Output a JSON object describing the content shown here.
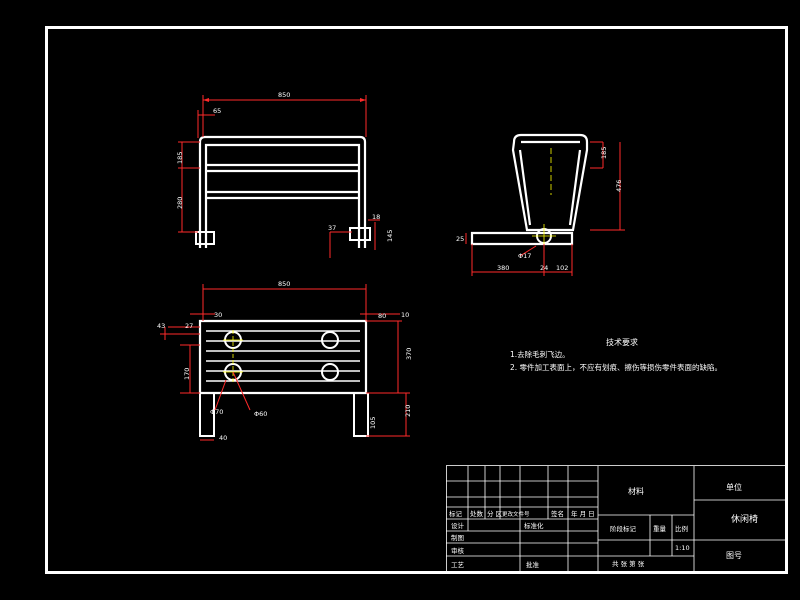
{
  "colors": {
    "background": "#000000",
    "outline": "#ffffff",
    "dimension": "#ff2a2a",
    "centerline": "#ffff00"
  },
  "front_view": {
    "dim_width": "850",
    "dim_top_offset": "65",
    "dim_upper_height": "185",
    "dim_lower_height": "280",
    "dim_detail_a": "37",
    "dim_detail_b": "18",
    "dim_detail_c": "145"
  },
  "side_view": {
    "dim_top": "185",
    "dim_height": "476",
    "dim_left_small": "25",
    "dim_phi": "Φ17",
    "dim_base": "380",
    "dim_b1": "24",
    "dim_b2": "102"
  },
  "top_view": {
    "dim_width": "850",
    "dim_left_offset": "30",
    "dim_right_a": "80",
    "dim_right_b": "10",
    "dim_left_43": "43",
    "dim_left_27": "27",
    "dim_left_170": "170",
    "dim_right_370": "370",
    "dim_right_210": "210",
    "dim_phi_small": "Φ70",
    "dim_phi_large": "Φ60",
    "dim_bottom": "40",
    "dim_right_small": "105"
  },
  "tech_requirements": {
    "title": "技术要求",
    "item1": "1.去除毛刺飞边。",
    "item2": "2. 零件加工表面上，不应有划痕、擦伤等损伤零件表面的缺陷。"
  },
  "title_block": {
    "col_mark": "标记",
    "col_count": "处数",
    "col_zone": "分 区",
    "col_change": "更改文件号",
    "col_sign": "签名",
    "col_date": "年 月 日",
    "row_design": "设计",
    "row_standard": "标准化",
    "row_drawing": "制图",
    "row_review": "审核",
    "stage_mark": "阶段标记",
    "weight": "重量",
    "scale_label": "比例",
    "scale_value": "1:10",
    "drawing_name": "休闲椅",
    "drawing_number": "图号",
    "material": "材料",
    "sheet_info": "共 张 第 张",
    "company": "单位",
    "approve": "批准",
    "process": "工艺"
  }
}
